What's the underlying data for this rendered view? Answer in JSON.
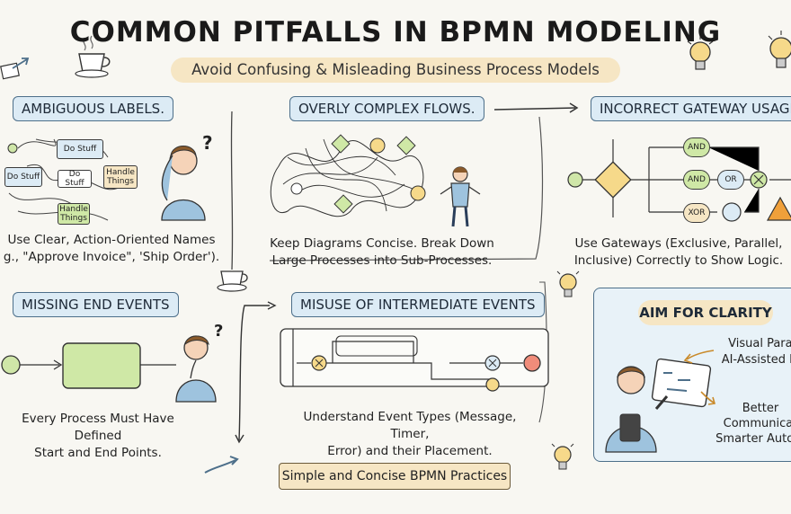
{
  "title": "COMMON PITFALLS IN BPMN MODELING",
  "subtitle": "Avoid Confusing & Misleading Business Process Models",
  "sections": {
    "ambiguous": {
      "header": "AMBIGUOUS LABELS.",
      "nodes": [
        "Do Stuff",
        "Do Stuff",
        "Do Stuff",
        "Handle Things",
        "Handle Things"
      ],
      "caption_line1": "Use Clear, Action-Oriented Names",
      "caption_line2": "g., \"Approve Invoice\", 'Ship Order')."
    },
    "complex": {
      "header": "OVERLY COMPLEX FLOWS.",
      "caption_line1": "Keep Diagrams Concise. Break Down",
      "caption_line2": "Large Processes into Sub-Processes."
    },
    "gateway": {
      "header": "INCORRECT GATEWAY USAGE",
      "labels": [
        "AND",
        "AND",
        "OR",
        "XOR"
      ],
      "caption_line1": "Use Gateways (Exclusive, Parallel,",
      "caption_line2": "Inclusive) Correctly to Show Logic."
    },
    "missing_end": {
      "header": "MISSING END EVENTS",
      "caption_line1": "Every Process Must Have Defined",
      "caption_line2": "Start and End Points."
    },
    "intermediate": {
      "header": "MISUSE OF INTERMEDIATE EVENTS",
      "caption_line1": "Understand Event Types (Message, Timer,",
      "caption_line2": "Error) and their Placement."
    },
    "clarity": {
      "header": "AIM FOR CLARITY",
      "line1": "Visual Parad",
      "line2": "AI-Assisted Mo",
      "line3": "Better",
      "line4": "Communicat",
      "line5": "Smarter Autom"
    }
  },
  "footer_banner": "Simple and Concise BPMN Practices",
  "question_mark": "?",
  "colors": {
    "header_fill": "#dcebf5",
    "header_border": "#4d6f8a",
    "start_event": "#cfe6a8",
    "end_event": "#f08c7a",
    "task_fill": "#cfe8a6",
    "gateway_fill": "#f6d98a",
    "highlight": "#f6e6c4",
    "warning": "#f0a03a"
  }
}
